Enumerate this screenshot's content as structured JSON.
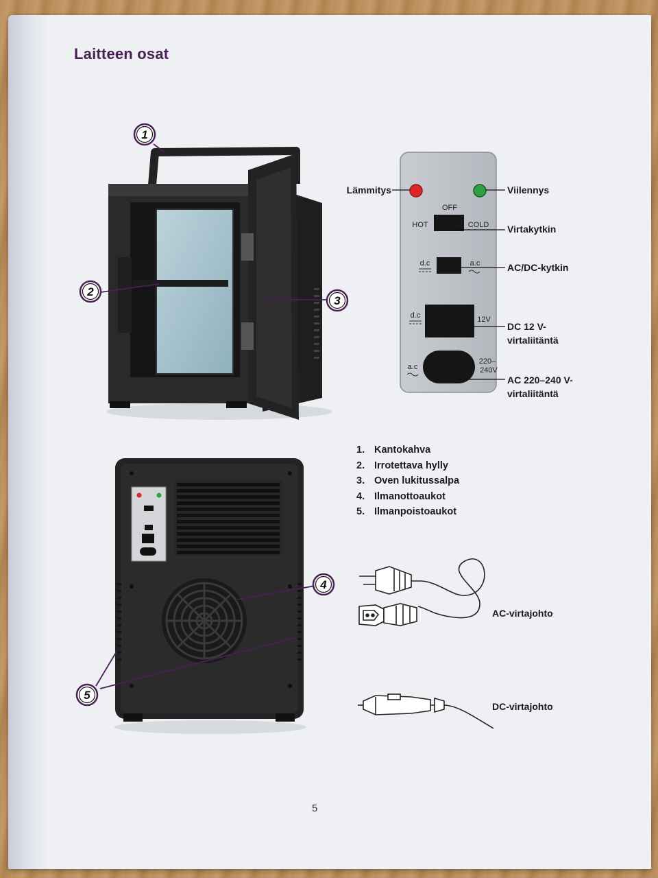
{
  "page": {
    "title": "Laitteen osat",
    "page_number": "5"
  },
  "panel": {
    "left_label": "Lämmitys",
    "right_label": "Viilennys",
    "off": "OFF",
    "hot": "HOT",
    "cold": "COLD",
    "switch1_label": "Virtakytkin",
    "dc_small": "d.c",
    "ac_small": "a.c",
    "switch2_label": "AC/DC-kytkin",
    "v12": "12V",
    "dc_port_label_1": "DC 12 V-",
    "dc_port_label_2": "virtaliitäntä",
    "v220_1": "220–",
    "v220_2": "240V",
    "ac_port_label_1": "AC 220–240 V-",
    "ac_port_label_2": "virtaliitäntä",
    "red_led_color": "#e0262b",
    "green_led_color": "#2ea043"
  },
  "callouts": [
    "1",
    "2",
    "3",
    "4",
    "5"
  ],
  "parts": [
    {
      "num": "1.",
      "label": "Kantokahva"
    },
    {
      "num": "2.",
      "label": "Irrotettava hylly"
    },
    {
      "num": "3.",
      "label": "Oven lukitussalpa"
    },
    {
      "num": "4.",
      "label": "Ilmanottoaukot"
    },
    {
      "num": "5.",
      "label": "Ilmanpoistoaukot"
    }
  ],
  "cords": {
    "ac": "AC-virtajohto",
    "dc": "DC-virtajohto"
  },
  "colors": {
    "title": "#4a1f55",
    "callout_ring": "#4a1f55"
  }
}
